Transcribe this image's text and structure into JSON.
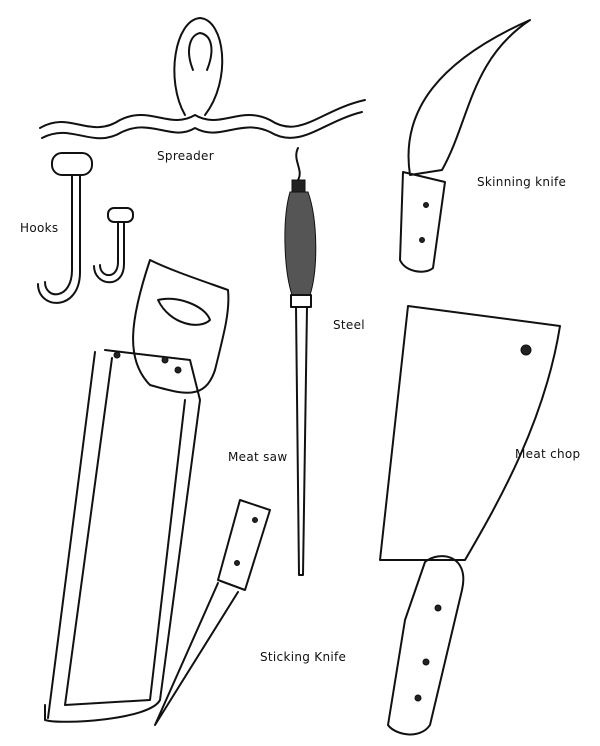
{
  "labels": {
    "spreader": "Spreader",
    "hooks": "Hooks",
    "steel": "Steel",
    "skinning_knife": "Skinning knife",
    "meat_saw": "Meat saw",
    "meat_chop": "Meat chop",
    "sticking_knife": "Sticking Knife"
  }
}
